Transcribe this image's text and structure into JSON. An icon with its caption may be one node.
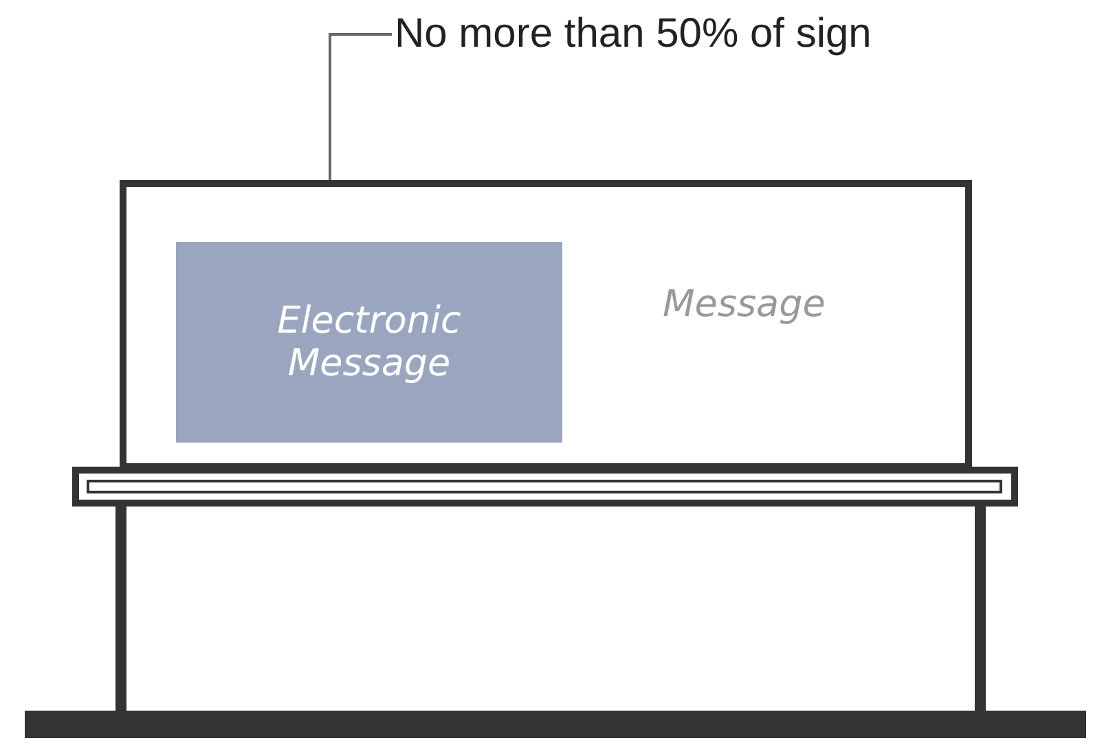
{
  "diagram": {
    "nodes": [
      {
        "text": [
          "No more than 50% of sign"
        ]
      },
      {
        "text": [
          "Message"
        ]
      },
      {
        "text": [
          "Electronic Message"
        ],
        "in": 1
      }
    ],
    "edges": [
      {
        "from": 0,
        "to": 2,
        "arrow": "none"
      }
    ]
  }
}
